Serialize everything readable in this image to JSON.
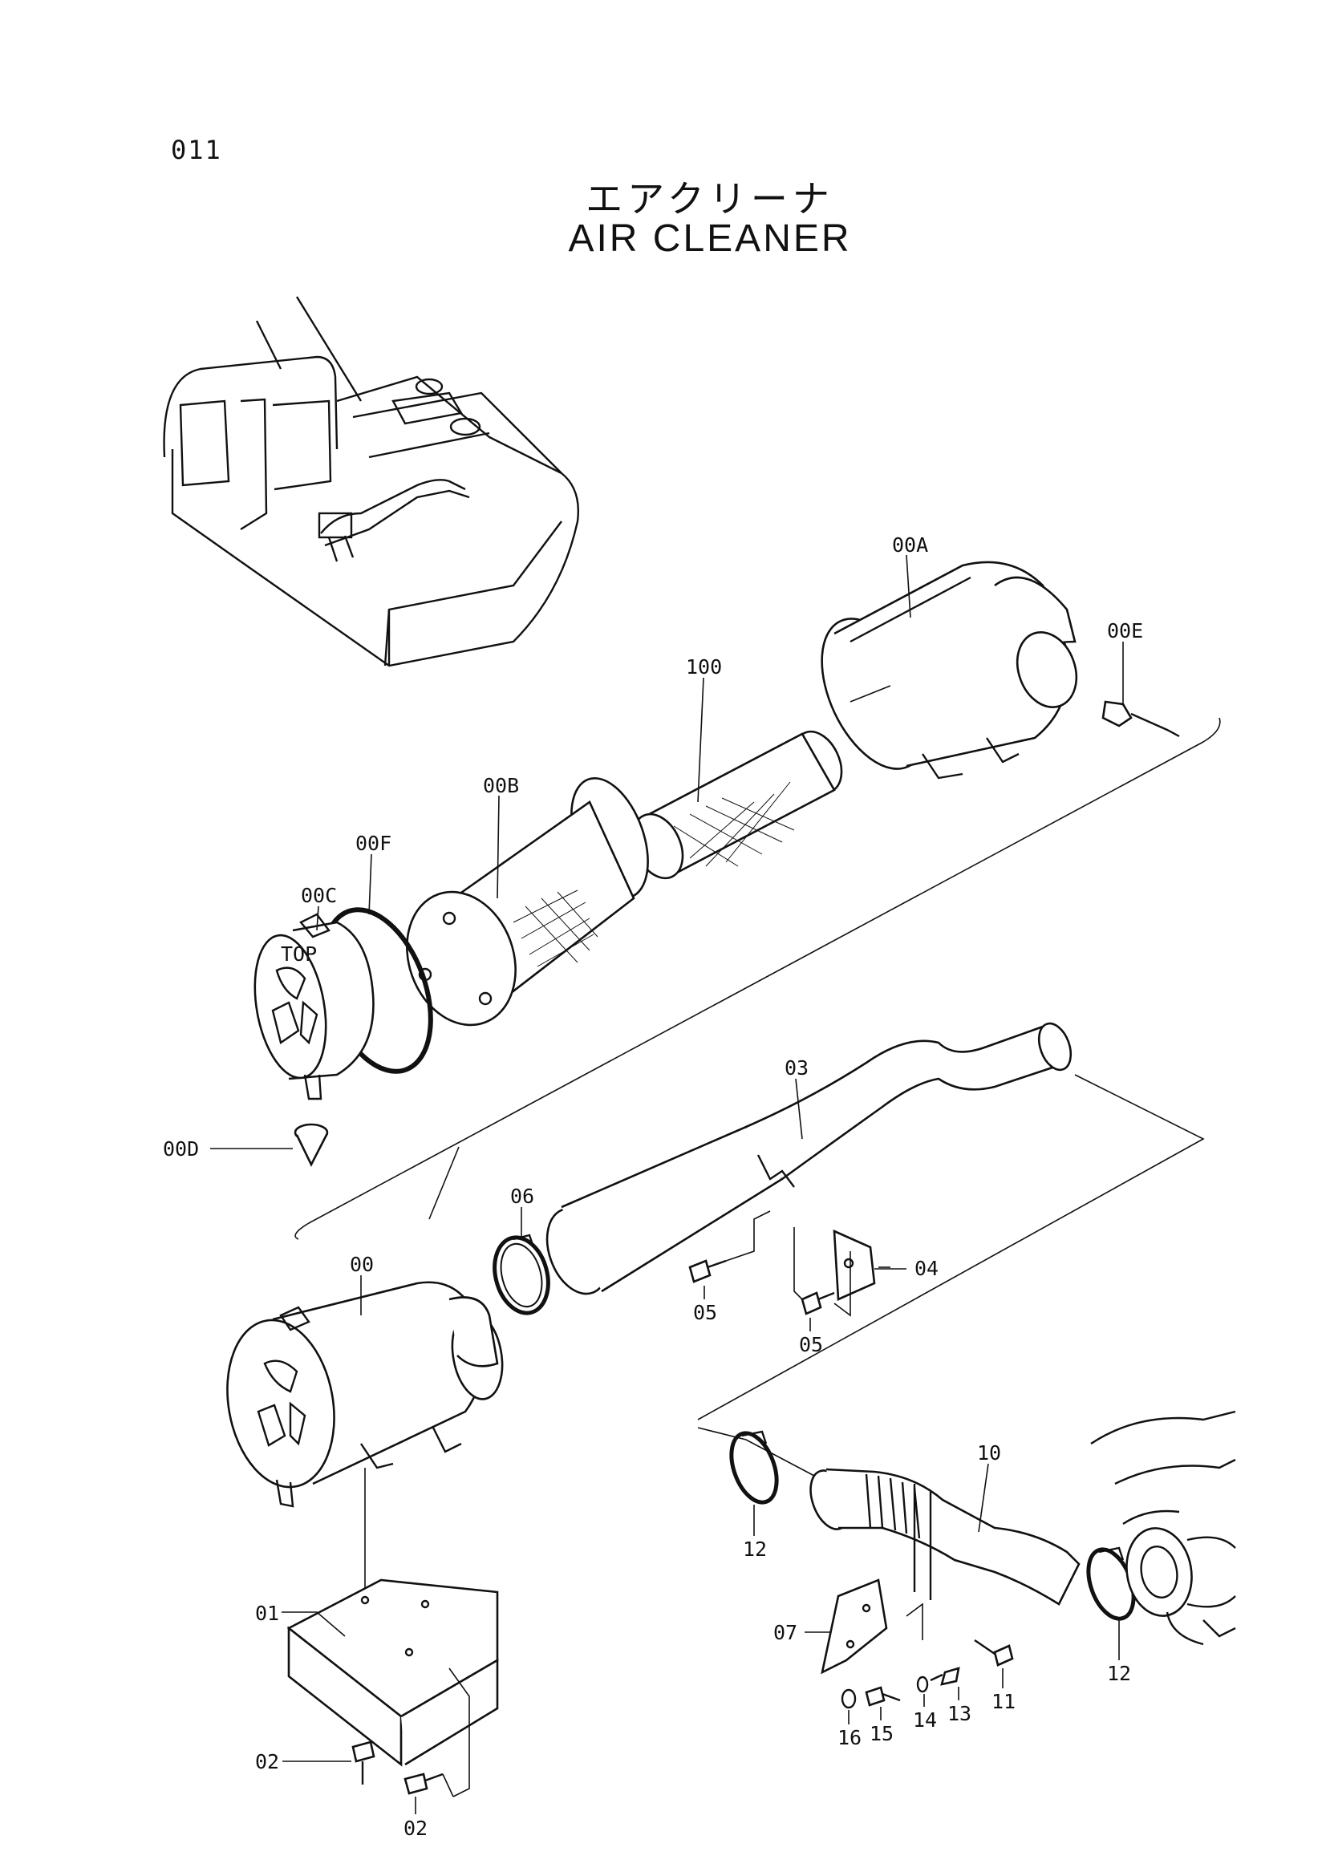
{
  "page_number": "011",
  "title_japanese": "エアクリーナ",
  "title_english": "AIR CLEANER",
  "callouts": {
    "c00a": "00A",
    "c00e": "00E",
    "c100": "100",
    "c00b": "00B",
    "c00f": "00F",
    "c00c": "00C",
    "c00d": "00D",
    "c03": "03",
    "c06": "06",
    "c00": "00",
    "c04": "04",
    "c05a": "05",
    "c05b": "05",
    "c10": "10",
    "c12a": "12",
    "c12b": "12",
    "c07": "07",
    "c01": "01",
    "c02a": "02",
    "c02b": "02",
    "c11": "11",
    "c13": "13",
    "c14": "14",
    "c15": "15",
    "c16": "16"
  },
  "cover_marking": "TOP"
}
